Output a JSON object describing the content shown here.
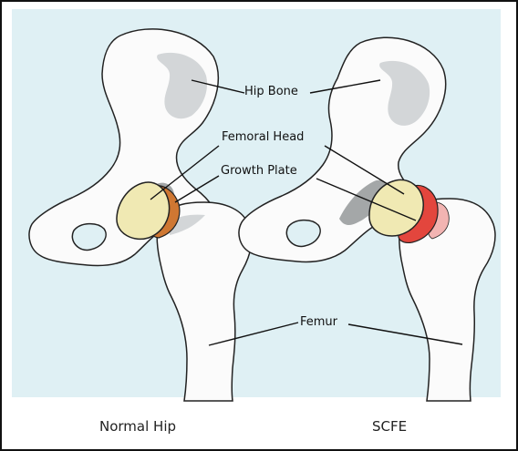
{
  "labels": {
    "hip_bone": "Hip Bone",
    "femoral_head": "Femoral Head",
    "growth_plate": "Growth Plate",
    "femur": "Femur"
  },
  "captions": {
    "left": "Normal Hip",
    "right": "SCFE"
  },
  "colors": {
    "background": "#dff0f4",
    "bone": "#fbfbfb",
    "bone_shadow": "#d3d6d8",
    "femoral_head": "#f0e9b3",
    "normal_growth_plate": "#cf7732",
    "scfe_growth_plate": "#e3463d",
    "scfe_plate_glow": "#f2b4b2"
  }
}
